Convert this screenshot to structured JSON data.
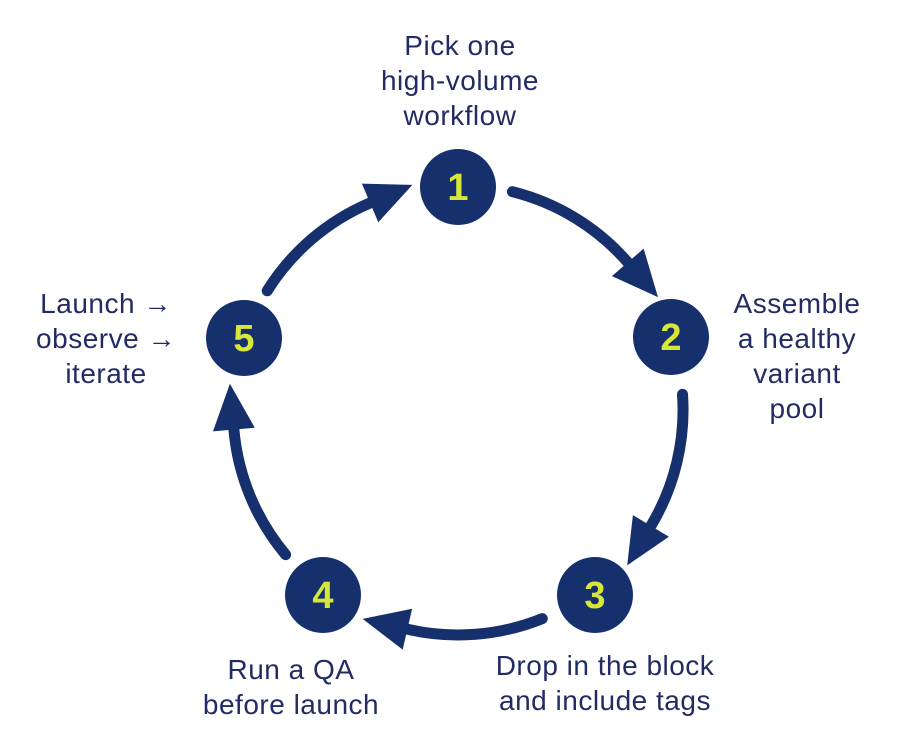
{
  "diagram": {
    "type": "cycle",
    "steps": [
      {
        "number": "1",
        "label": "Pick one\nhigh-volume\nworkflow"
      },
      {
        "number": "2",
        "label": "Assemble\na healthy\nvariant pool"
      },
      {
        "number": "3",
        "label": "Drop in the block\nand include tags"
      },
      {
        "number": "4",
        "label": "Run a QA\nbefore launch"
      },
      {
        "number": "5",
        "label": "Launch →\nobserve →\niterate"
      }
    ]
  },
  "colors": {
    "navy": "#16306e",
    "number_yellow": "#d7e73a",
    "text_navy": "#222b63",
    "background": "#ffffff"
  }
}
